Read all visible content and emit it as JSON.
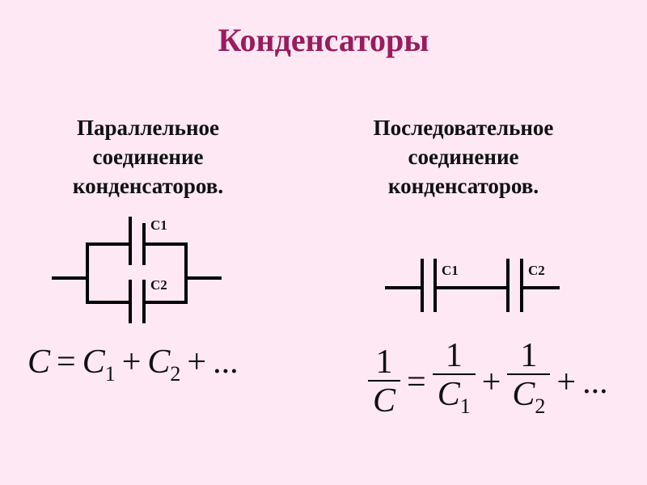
{
  "title": "Конденсаторы",
  "parallel": {
    "heading_lines": [
      "Параллельное",
      "соединение",
      "конденсаторов."
    ],
    "c1_label": "C1",
    "c2_label": "C2",
    "formula": {
      "lhs": "C",
      "eq": "=",
      "t1": "C",
      "t1_sub": "1",
      "plus1": "+",
      "t2": "C",
      "t2_sub": "2",
      "plus2": "+",
      "dots": "..."
    }
  },
  "series": {
    "heading_lines": [
      "Последовательное",
      "соединение",
      "конденсаторов."
    ],
    "c1_label": "C1",
    "c2_label": "C2",
    "formula": {
      "lhs_num": "1",
      "lhs_den": "C",
      "eq": "=",
      "f1_num": "1",
      "f1_den": "C",
      "f1_sub": "1",
      "plus1": "+",
      "f2_num": "1",
      "f2_den": "C",
      "f2_sub": "2",
      "plus2": "+",
      "dots": "..."
    }
  }
}
